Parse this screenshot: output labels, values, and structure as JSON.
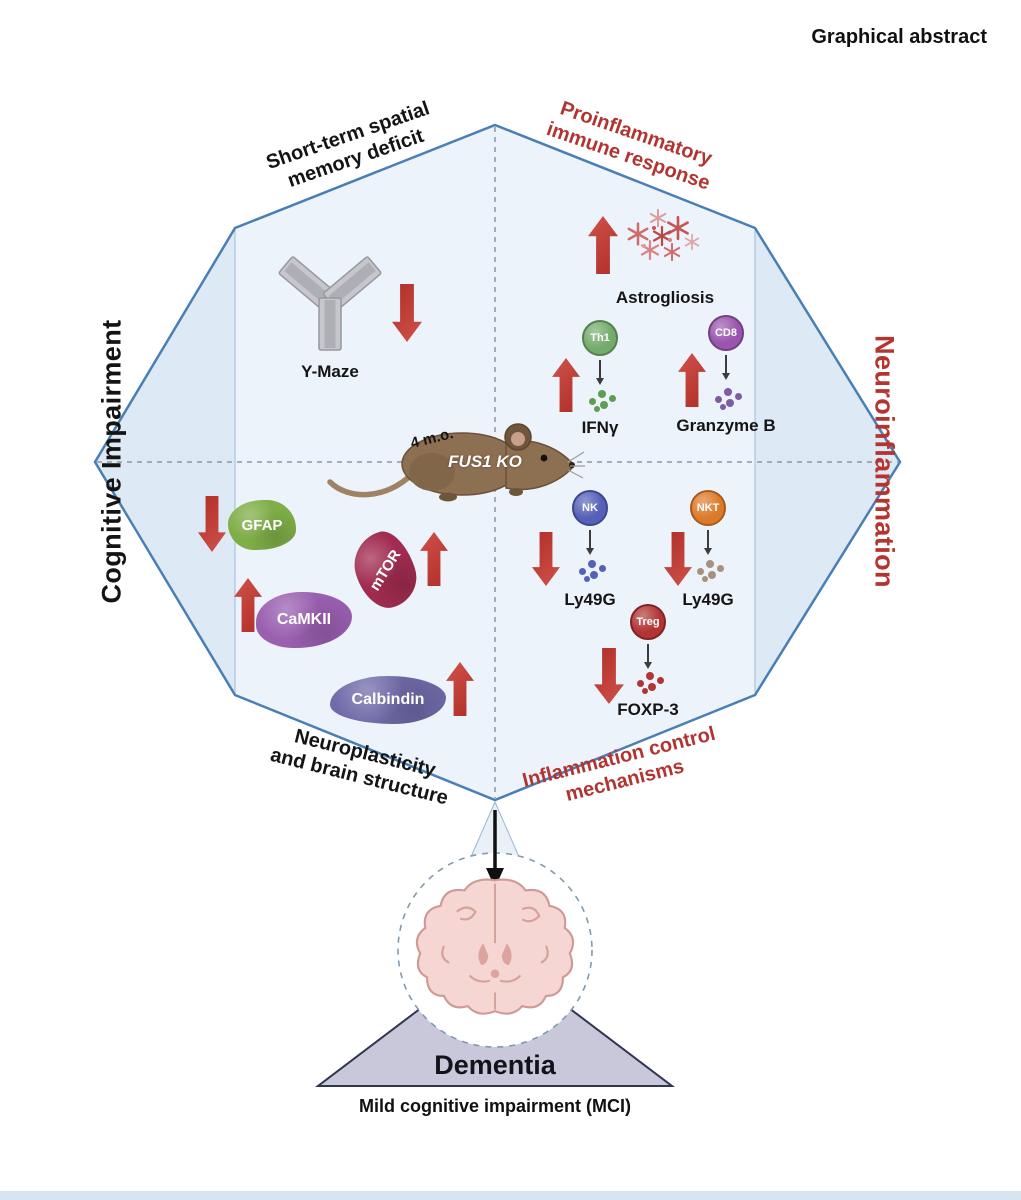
{
  "title": "Graphical abstract",
  "colors": {
    "accent_red": "#b23430",
    "arrow_red": "#c0392b",
    "octagon_fill": "#edf3fa",
    "octagon_facet": "#dde9f4",
    "octagon_stroke": "#4a7fb5",
    "triangle_fill": "#c9c8da",
    "text_black": "#141414"
  },
  "axis_labels": {
    "left": "Cognitive Impairment",
    "right": "Neuroinflammation"
  },
  "center": {
    "age": "4 m.o.",
    "model": "FUS1 KO",
    "icon": "mouse-icon"
  },
  "quadrants": {
    "top_left": {
      "title_line1": "Short-term spatial",
      "title_line2": "memory deficit",
      "test_label": "Y-Maze",
      "test_icon": "y-maze-icon",
      "change": "decrease"
    },
    "top_right": {
      "title_line1": "Proinflammatory",
      "title_line2": "immune response",
      "astrogliosis_label": "Astrogliosis",
      "astrogliosis_icon": "astrocyte-cluster-icon",
      "astrogliosis_change": "increase",
      "cells": [
        {
          "name": "Th1",
          "product": "IFNγ",
          "change": "increase"
        },
        {
          "name": "CD8",
          "product": "Granzyme B",
          "change": "increase"
        }
      ]
    },
    "bottom_left": {
      "title_line1": "Neuroplasticity",
      "title_line2": "and brain structure",
      "markers": [
        {
          "name": "GFAP",
          "change": "decrease"
        },
        {
          "name": "CaMKII",
          "change": "increase"
        },
        {
          "name": "mTOR",
          "change": "increase"
        },
        {
          "name": "Calbindin",
          "change": "increase"
        }
      ]
    },
    "bottom_right": {
      "title_line1": "Inflammation control",
      "title_line2": "mechanisms",
      "cells": [
        {
          "name": "NK",
          "product": "Ly49G",
          "change": "decrease"
        },
        {
          "name": "NKT",
          "product": "Ly49G",
          "change": "decrease"
        },
        {
          "name": "Treg",
          "product": "FOXP-3",
          "change": "decrease"
        }
      ]
    }
  },
  "outcome": {
    "primary": "Dementia",
    "secondary": "Mild cognitive impairment (MCI)",
    "icon": "brain-section-icon"
  }
}
